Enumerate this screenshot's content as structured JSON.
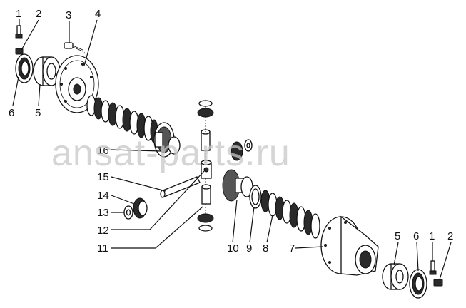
{
  "watermark": "ansat-parts.ru",
  "corner_mark": "",
  "callouts": {
    "c1_top": "1",
    "c2_top": "2",
    "c3": "3",
    "c4": "4",
    "c6_left": "6",
    "c5_left": "5",
    "c16": "16",
    "c15": "15",
    "c14": "14",
    "c13": "13",
    "c12": "12",
    "c11": "11",
    "c10": "10",
    "c9": "9",
    "c8": "8",
    "c7": "7",
    "c5_right": "5",
    "c6_right": "6",
    "c1_right": "1",
    "c2_right": "2"
  }
}
